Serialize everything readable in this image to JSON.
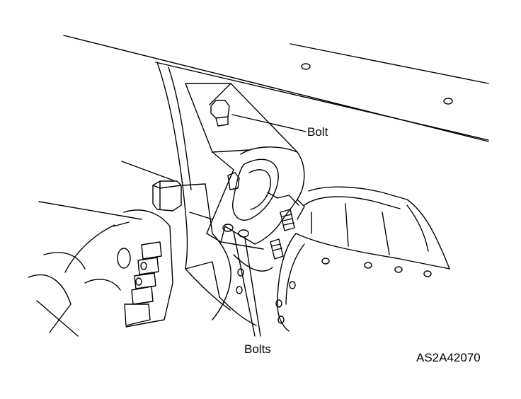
{
  "diagram": {
    "callouts": {
      "bolt": "Bolt",
      "bolts": "Bolts"
    },
    "reference_code": "AS2A42070",
    "colors": {
      "ink": "#000000",
      "paper": "#ffffff"
    }
  }
}
